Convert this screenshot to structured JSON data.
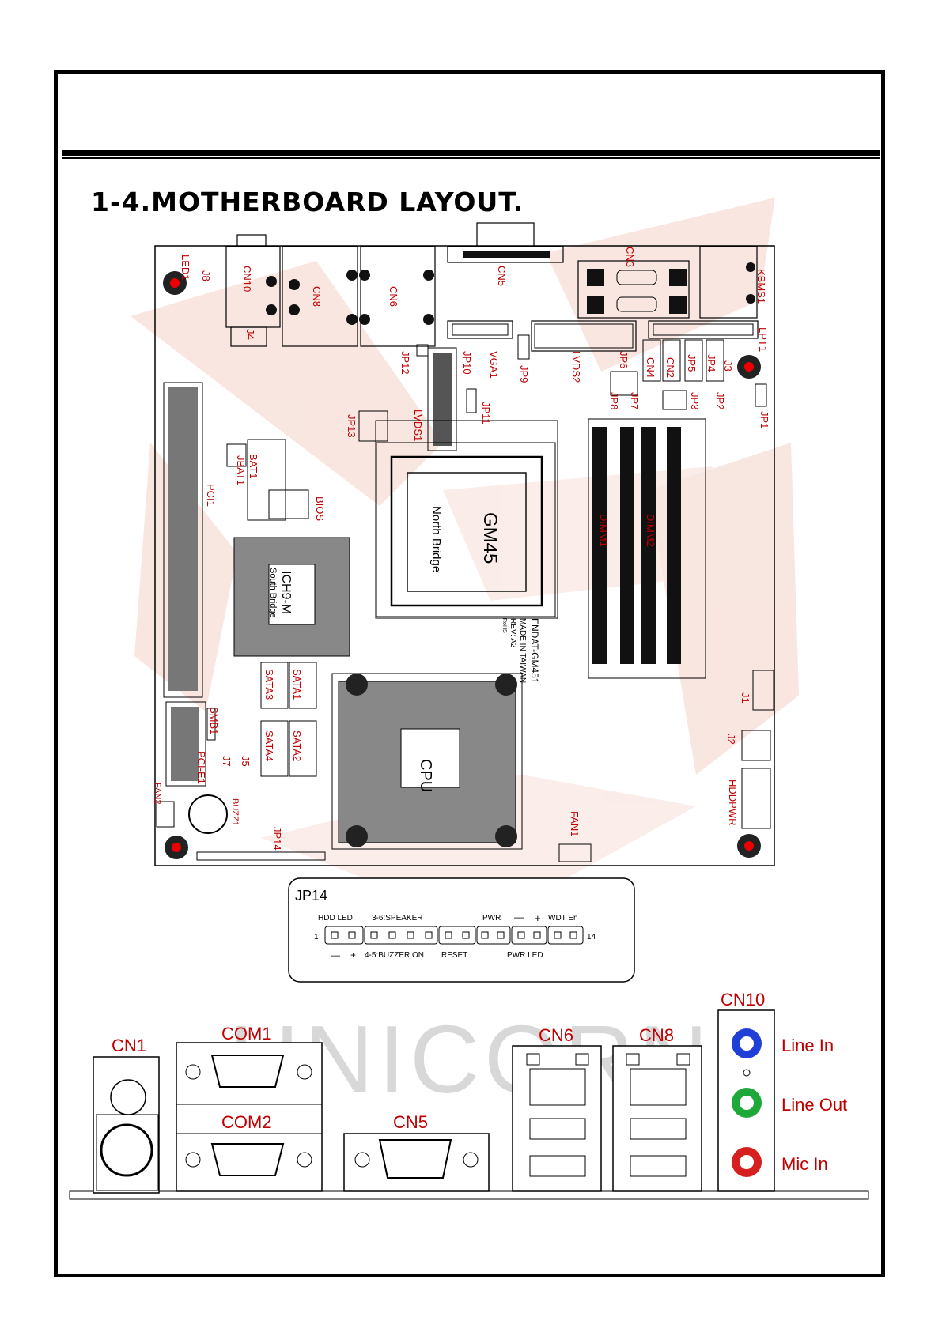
{
  "page": {
    "title": "1-4.MOTHERBOARD LAYOUT."
  },
  "colors": {
    "label_red": "#c00000",
    "watermark": "#f4d2c8",
    "line_in": "#1f3fd6",
    "line_out": "#1ea83a",
    "mic_in": "#d61f1f"
  },
  "board": {
    "top_labels": {
      "led1": "LED1",
      "j8": "J8",
      "cn10": "CN10",
      "j4": "J4",
      "cn8": "CN8",
      "cn6": "CN6",
      "cn5": "CN5",
      "cn3": "CN3",
      "kbms1": "KBMS1",
      "lpt1": "LPT1",
      "jp12": "JP12",
      "jp10": "JP10",
      "vga1": "VGA1",
      "jp9": "JP9",
      "lvds2": "LVDS2",
      "jp6": "JP6",
      "cn4": "CN4",
      "cn2": "CN2",
      "jp5": "JP5",
      "jp4": "JP4",
      "j3": "J3",
      "jp11": "JP11",
      "jp13": "JP13",
      "lvds1": "LVDS1",
      "jp8": "JP8",
      "jp7": "JP7",
      "jp3": "JP3",
      "jp2": "JP2",
      "jp1": "JP1"
    },
    "mid_labels": {
      "pci1": "PCI1",
      "bat1": "BAT1",
      "jbat1": "JBAT1",
      "bios": "BIOS",
      "gm45": "GM45",
      "north_bridge": "North Bridge",
      "ich9m": "ICH9-M",
      "south_bridge": "South Bridge",
      "dimm1": "DIMM1",
      "dimm2": "DIMM2",
      "endat": "ENDAT-GM451",
      "made_in": "MADE IN TAIWAN",
      "rev": "REV: A2",
      "rohs": "RoHS"
    },
    "bottom_labels": {
      "smb1": "SMB1",
      "pcie1": "PCI-E1",
      "j7": "J7",
      "j5": "J5",
      "sata1": "SATA1",
      "sata2": "SATA2",
      "sata3": "SATA3",
      "sata4": "SATA4",
      "cpu": "CPU",
      "fan2": "FAN2",
      "buzz1": "BUZZ1",
      "jp14": "JP14",
      "fan1": "FAN1",
      "j1": "J1",
      "j2": "J2",
      "hddpwr": "HDDPWR"
    }
  },
  "jp14_detail": {
    "title": "JP14",
    "hdd_led": "HDD LED",
    "speaker": "3-6:SPEAKER",
    "pwr": "PWR",
    "minus_top": "—",
    "plus_top": "+",
    "wdt_en": "WDT En",
    "pin_start": "1",
    "pin_end": "14",
    "minus_bottom": "—",
    "plus_bottom": "+",
    "buzzer_on": "4-5:BUZZER ON",
    "reset": "RESET",
    "pwr_led": "PWR LED"
  },
  "rear_panel": {
    "cn1": "CN1",
    "com1": "COM1",
    "com2": "COM2",
    "cn5": "CN5",
    "cn6": "CN6",
    "cn8": "CN8",
    "cn10": "CN10",
    "line_in": "Line In",
    "line_out": "Line Out",
    "mic_in": "Mic In"
  },
  "watermark": {
    "text": "UNICORN"
  }
}
